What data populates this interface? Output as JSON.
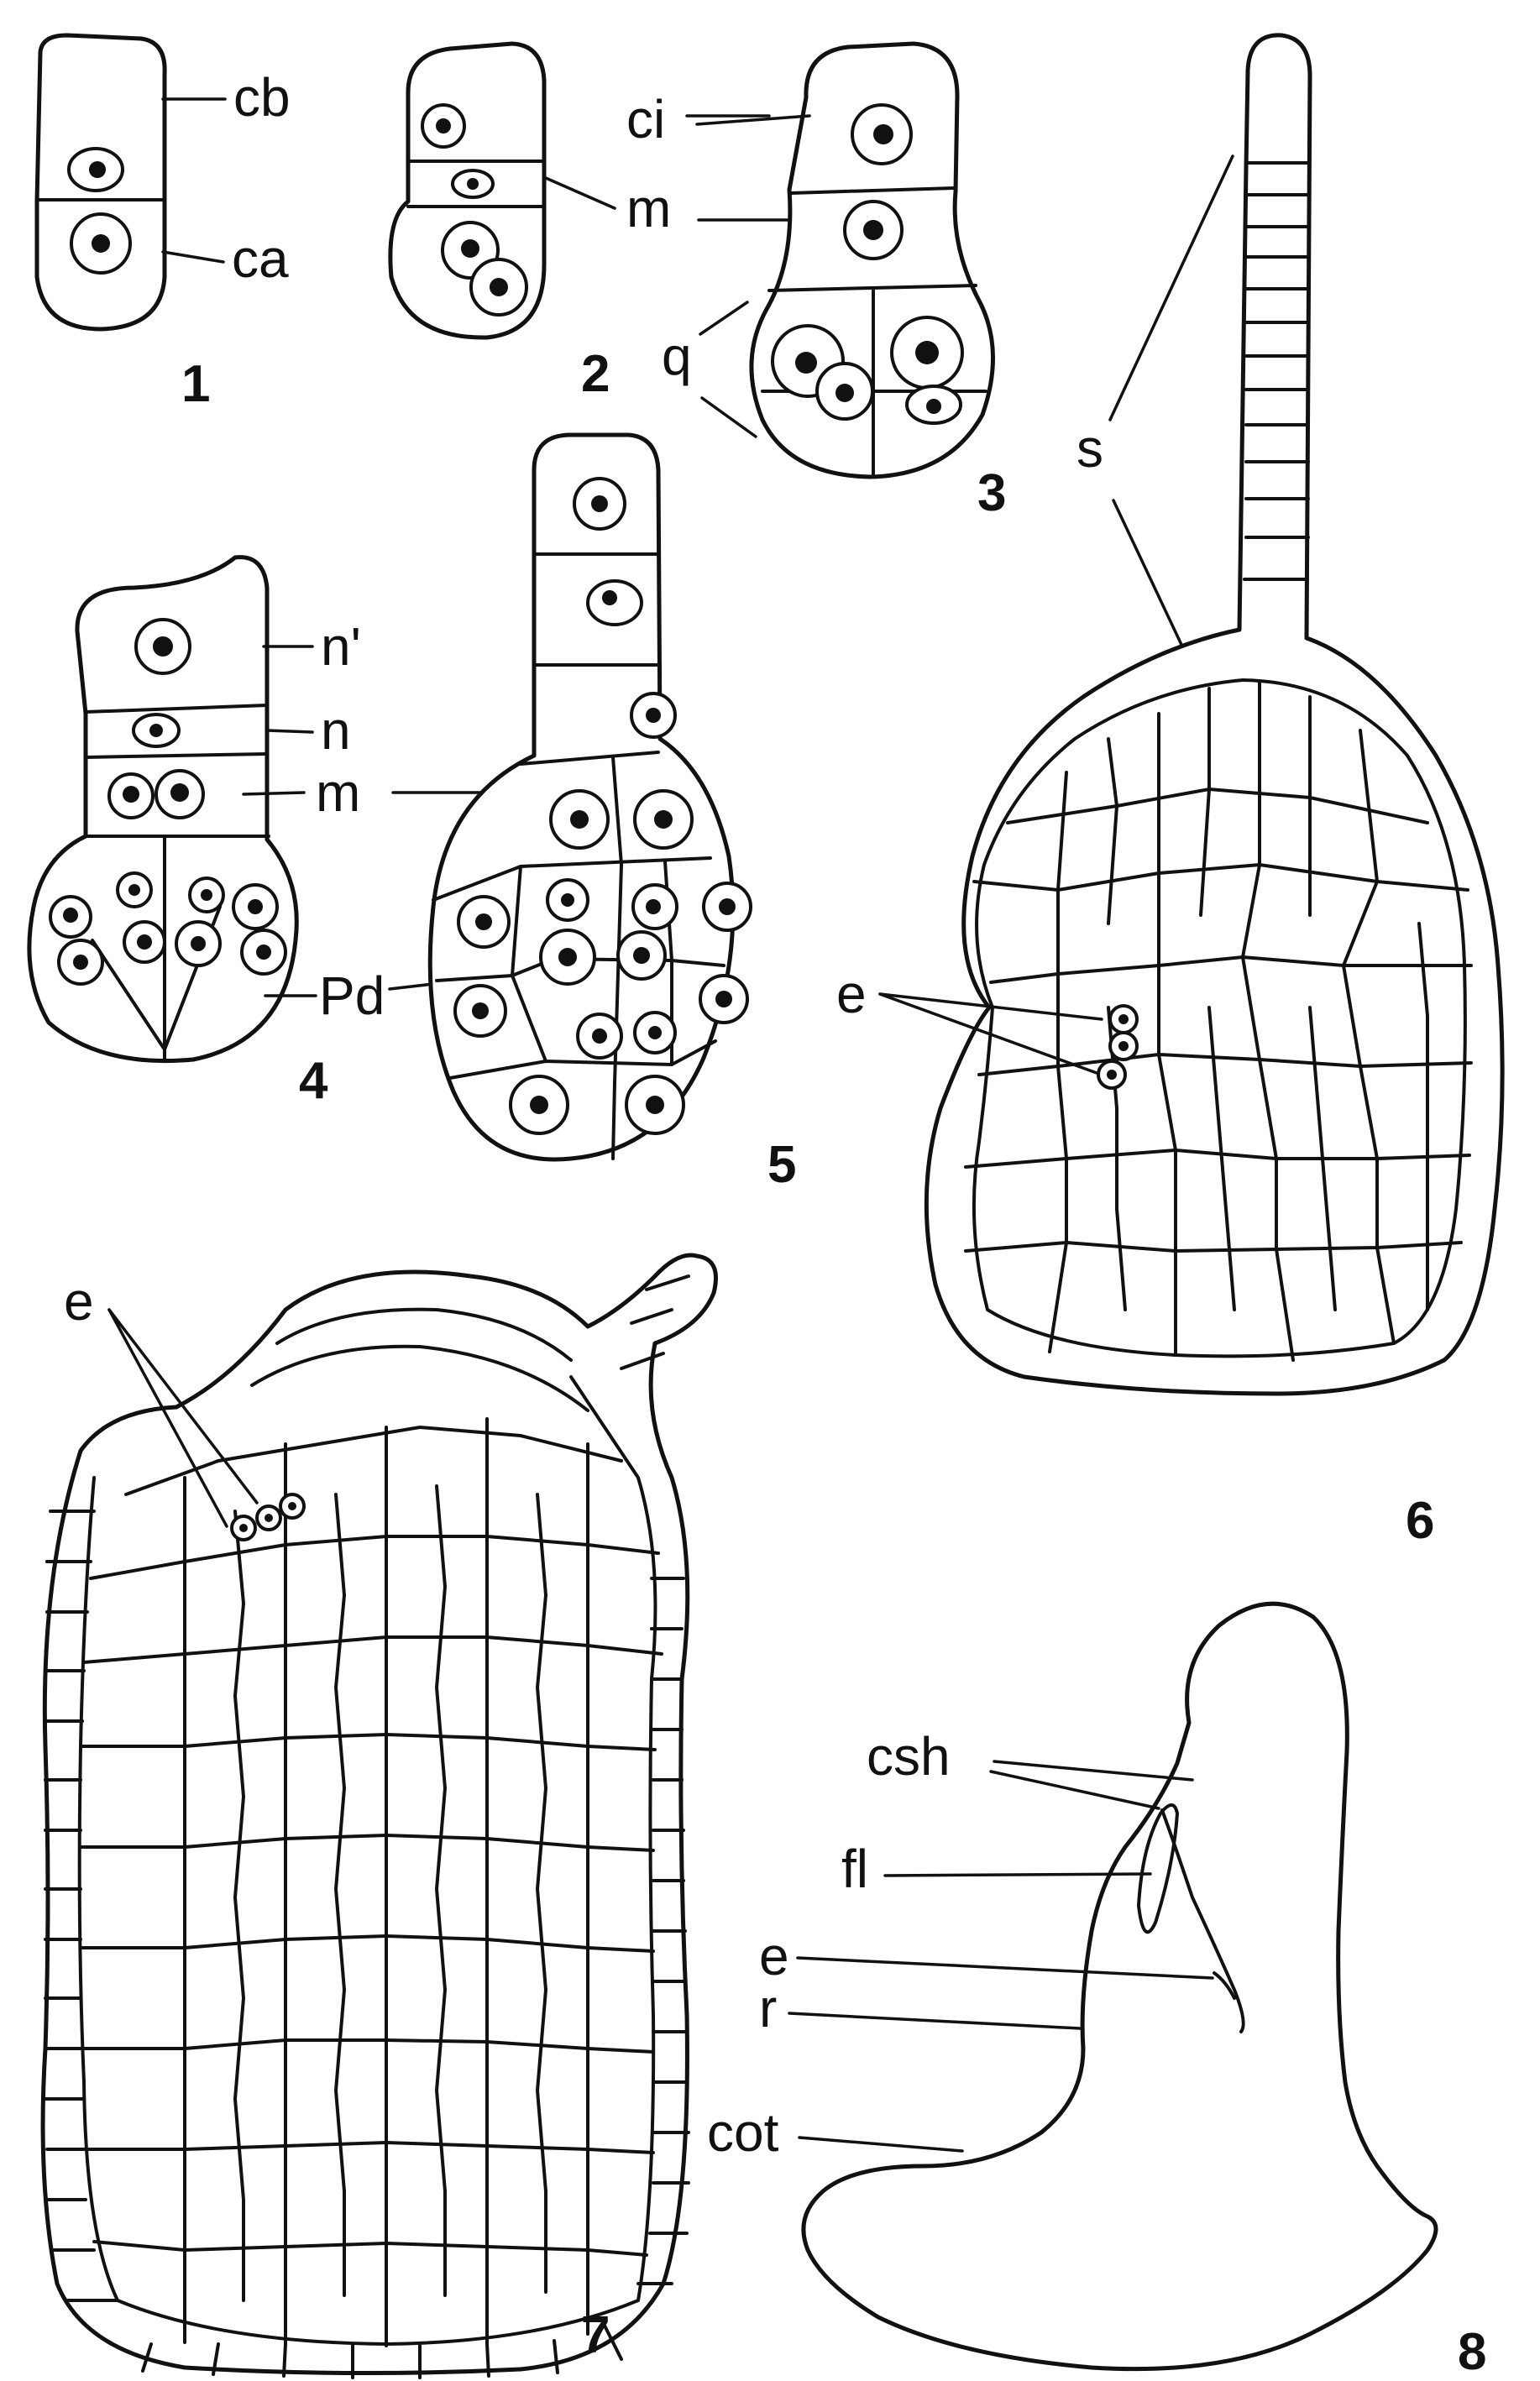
{
  "figures": {
    "f1": {
      "number": "1",
      "labels": {
        "cb": "cb",
        "ca": "ca"
      }
    },
    "f2": {
      "number": "2"
    },
    "f3": {
      "number": "3",
      "labels": {
        "ci": "ci",
        "m": "m",
        "q": "q"
      }
    },
    "f4": {
      "number": "4",
      "labels": {
        "n_prime": "n'",
        "n": "n",
        "m": "m",
        "pd": "Pd"
      }
    },
    "f5": {
      "number": "5"
    },
    "f6": {
      "number": "6",
      "labels": {
        "s": "s",
        "e": "e"
      }
    },
    "f7": {
      "number": "7",
      "labels": {
        "e": "e"
      }
    },
    "f8": {
      "number": "8",
      "labels": {
        "csh": "csh",
        "fl": "fl",
        "e": "e",
        "r": "r",
        "cot": "cot"
      }
    }
  }
}
